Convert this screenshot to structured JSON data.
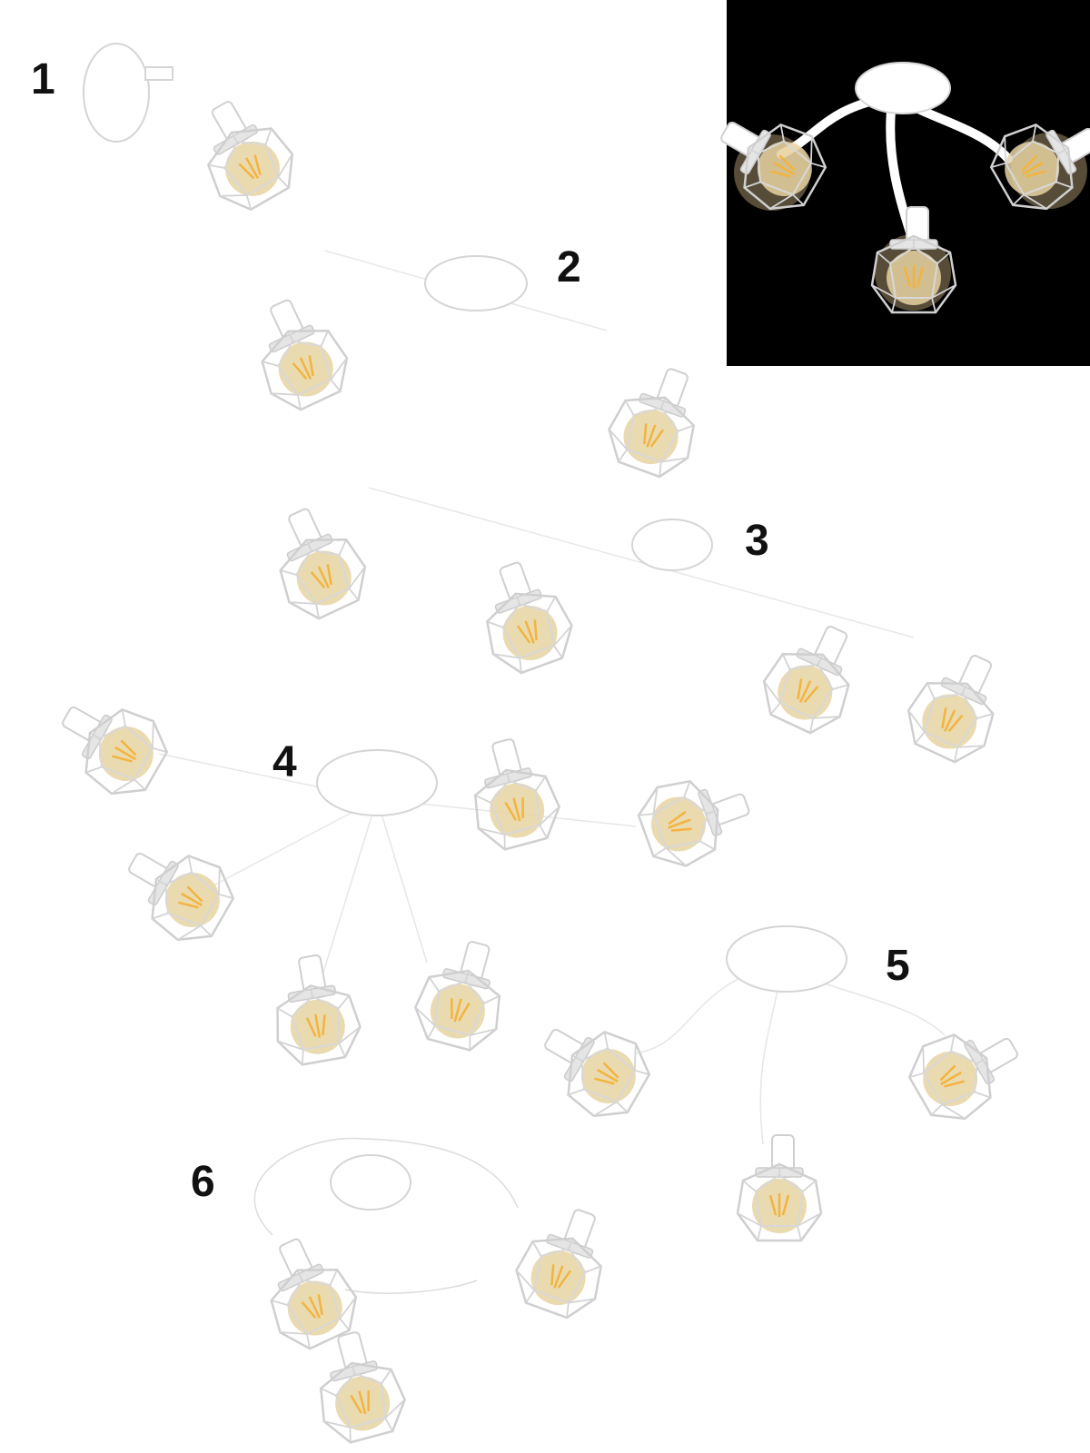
{
  "labels": {
    "v1": "1",
    "v2": "2",
    "v3": "3",
    "v4": "4",
    "v5": "5",
    "v6": "6"
  },
  "colors": {
    "fixture": "#ffffff",
    "shade": "#d9d9d9",
    "cage": "#cfcfcf",
    "bulb": "#e6d3a2",
    "filament": "#f3b43d",
    "night": "#000000",
    "label": "#111111"
  }
}
